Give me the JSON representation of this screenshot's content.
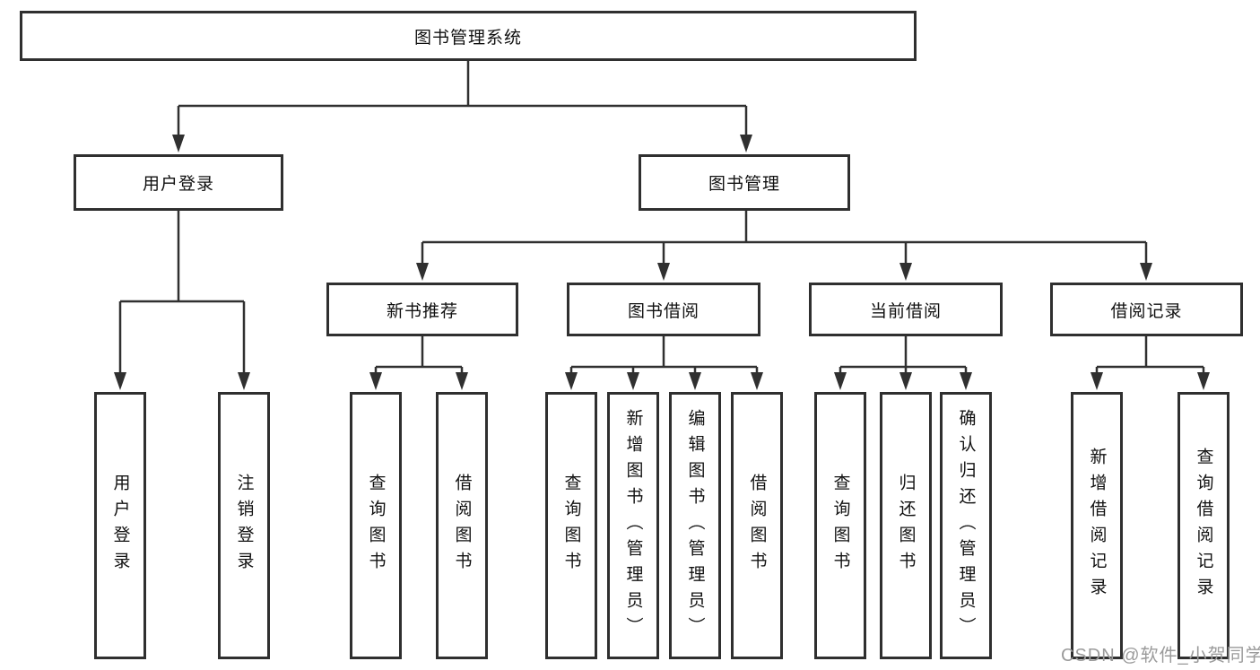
{
  "tree": {
    "root": "图书管理系统",
    "user_branch": {
      "label": "用户登录",
      "leaves": [
        "用户登录",
        "注销登录"
      ]
    },
    "mgmt_branch": {
      "label": "图书管理",
      "sections": [
        {
          "label": "新书推荐",
          "leaves": [
            "查询图书",
            "借阅图书"
          ]
        },
        {
          "label": "图书借阅",
          "leaves": [
            "查询图书",
            "新增图书（管理员）",
            "编辑图书（管理员）",
            "借阅图书"
          ]
        },
        {
          "label": "当前借阅",
          "leaves": [
            "查询图书",
            "归还图书",
            "确认归还（管理员）"
          ]
        },
        {
          "label": "借阅记录",
          "leaves": [
            "新增借阅记录",
            "查询借阅记录"
          ]
        }
      ]
    }
  },
  "watermark": "CSDN @软件_小贺同学",
  "colors": {
    "line": "#303030",
    "box_border": "#2f2f2f",
    "box_fill": "#ffffff",
    "text": "#111111",
    "watermark": "#9b9b9b",
    "background": "#ffffff"
  }
}
